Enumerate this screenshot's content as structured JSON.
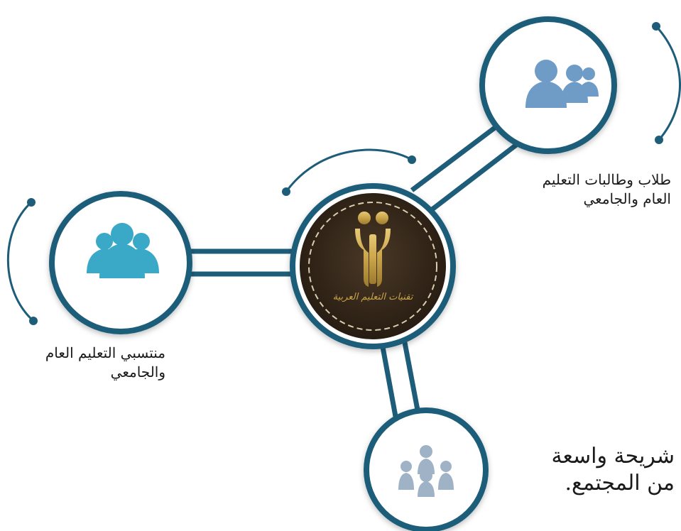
{
  "logo": {
    "text": "تقنيات التعليم العربية"
  },
  "nodes": {
    "top_right": {
      "line1": "طلاب وطالبات التعليم",
      "line2": "العام والجامعي",
      "icon": "users-group-icon",
      "color": "#6f9cc6"
    },
    "left": {
      "line1": "منتسبي التعليم العام",
      "line2": "والجامعي",
      "icon": "users-group-icon",
      "color": "#3aa8c7"
    },
    "bottom": {
      "line1": "شريحة واسعة",
      "line2": "من المجتمع.",
      "icon": "community-icon",
      "color": "#9fb2c6"
    }
  },
  "colors": {
    "ring": "#1e5d79",
    "logo_bg": "#3a2a1c",
    "logo_gold": "#c9a44a"
  }
}
